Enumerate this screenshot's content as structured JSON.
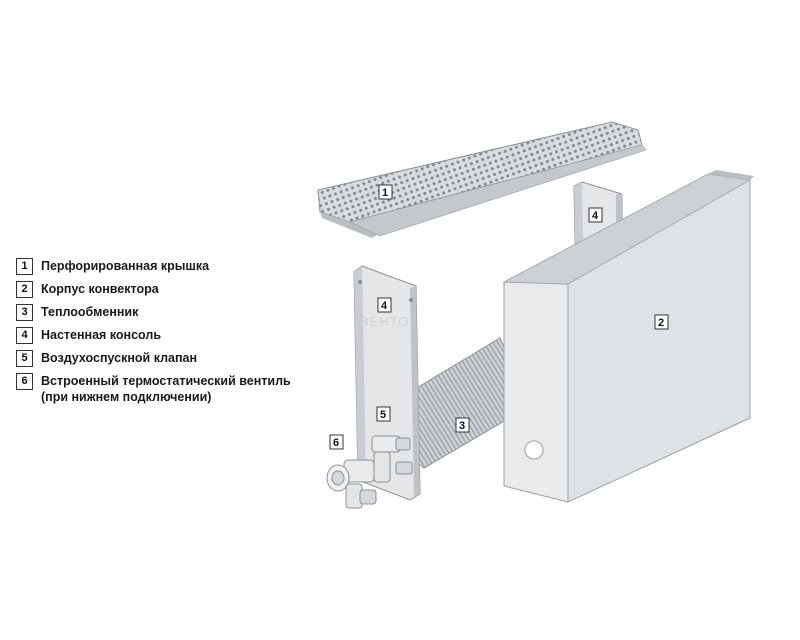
{
  "legend": {
    "items": [
      {
        "num": "1",
        "label": "Перфорированная крышка"
      },
      {
        "num": "2",
        "label": "Корпус конвектора"
      },
      {
        "num": "3",
        "label": "Теплообменник"
      },
      {
        "num": "4",
        "label": "Настенная консоль"
      },
      {
        "num": "5",
        "label": "Воздухоспускной клапан"
      },
      {
        "num": "6",
        "label": "Встроенный термостатический вентиль",
        "sub": "(при нижнем подключении)"
      }
    ]
  },
  "callouts": {
    "c1": "1",
    "c2": "2",
    "c3": "3",
    "c4a": "4",
    "c4b": "4",
    "c5": "5",
    "c6": "6"
  },
  "watermark": "ВЕНТО",
  "colors": {
    "panel_light": "#e6e8ea",
    "panel_mid": "#d3d6d9",
    "panel_dark": "#bfc3c7",
    "grille": "#9aa0a6",
    "outline": "#8c9196"
  }
}
